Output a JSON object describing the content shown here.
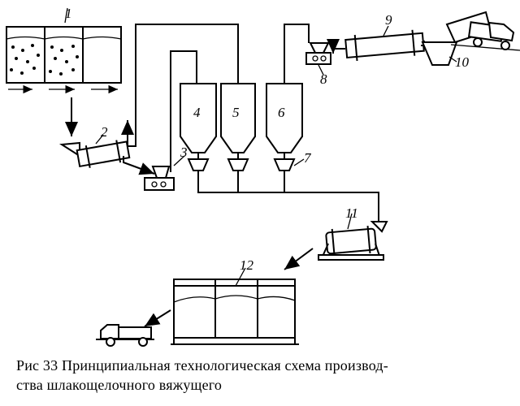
{
  "labels": {
    "n1": "1",
    "n2": "2",
    "n3": "3",
    "n4": "4",
    "n5": "5",
    "n6": "6",
    "n7": "7",
    "n8": "8",
    "n9": "9",
    "n10": "10",
    "n11": "11",
    "n12": "12"
  },
  "caption": {
    "line1": "Рис  33  Принципиальная технологическая схема производ-",
    "line2": "ства  шлакощелочного  вяжущего"
  }
}
